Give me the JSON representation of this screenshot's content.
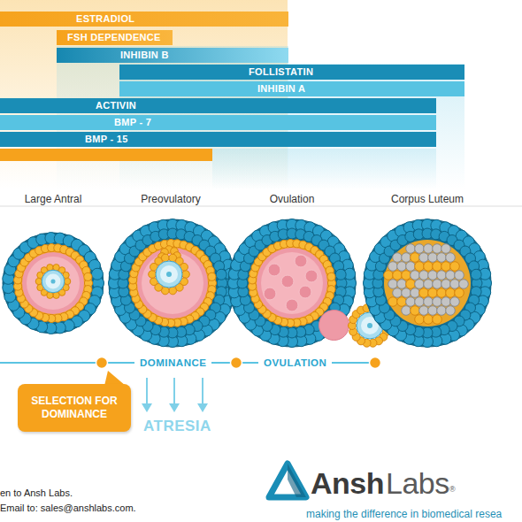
{
  "diagram": {
    "nodes": [
      {
        "text": [
          "ESTRADIOL"
        ]
      },
      {
        "text": [
          "FSH DEPENDENCE"
        ]
      },
      {
        "text": [
          "INHIBIN B"
        ]
      },
      {
        "text": [
          "FOLLISTATIN"
        ]
      },
      {
        "text": [
          "INHIBIN A"
        ]
      },
      {
        "text": [
          "ACTIVIN"
        ]
      },
      {
        "text": [
          "BMP - 7"
        ]
      },
      {
        "text": [
          "BMP - 15"
        ]
      },
      {
        "text": [
          "Large Antral"
        ]
      },
      {
        "text": [
          "Preovulatory"
        ]
      },
      {
        "text": [
          "Ovulation"
        ]
      },
      {
        "text": [
          "Corpus Luteum"
        ]
      },
      {
        "text": [
          "SELECTION FOR DOMINANCE"
        ]
      }
    ],
    "labels": [
      "DOMINANCE",
      "OVULATION",
      "ATRESIA",
      "en to Ansh Labs.",
      "Email to: sales@anshlabs.com.",
      "Ansh",
      "Labs",
      "®",
      "making the difference in biomedical resea"
    ]
  }
}
